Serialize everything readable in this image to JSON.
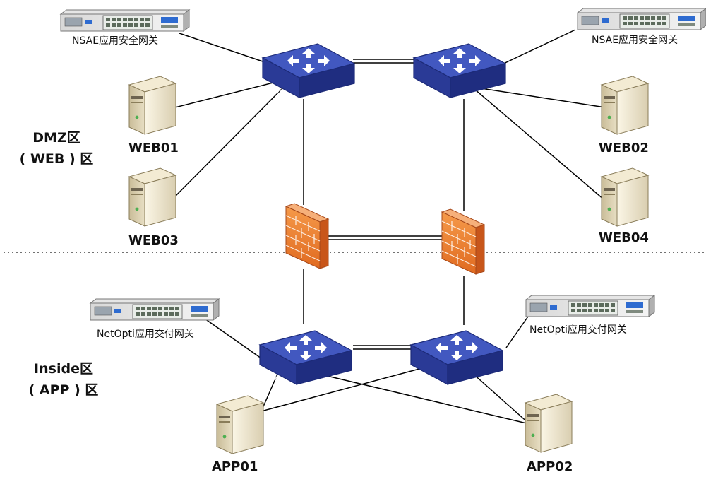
{
  "zones": {
    "dmz_line1": "DMZ区",
    "dmz_line2": "( WEB ) 区",
    "inside_line1": "Inside区",
    "inside_line2": "( APP ) 区"
  },
  "devices": {
    "nsae_left": "NSAE应用安全网关",
    "nsae_right": "NSAE应用安全网关",
    "netopti_left": "NetOpti应用交付网关",
    "netopti_right": "NetOpti应用交付网关",
    "switch_label": "SWITCH",
    "web01": "WEB01",
    "web02": "WEB02",
    "web03": "WEB03",
    "web04": "WEB04",
    "app01": "APP01",
    "app02": "APP02"
  },
  "colors": {
    "switch_top": "#3a4fb0",
    "switch_side": "#22338a",
    "firewall": "#f08a3c",
    "server": "#efe6cf"
  }
}
